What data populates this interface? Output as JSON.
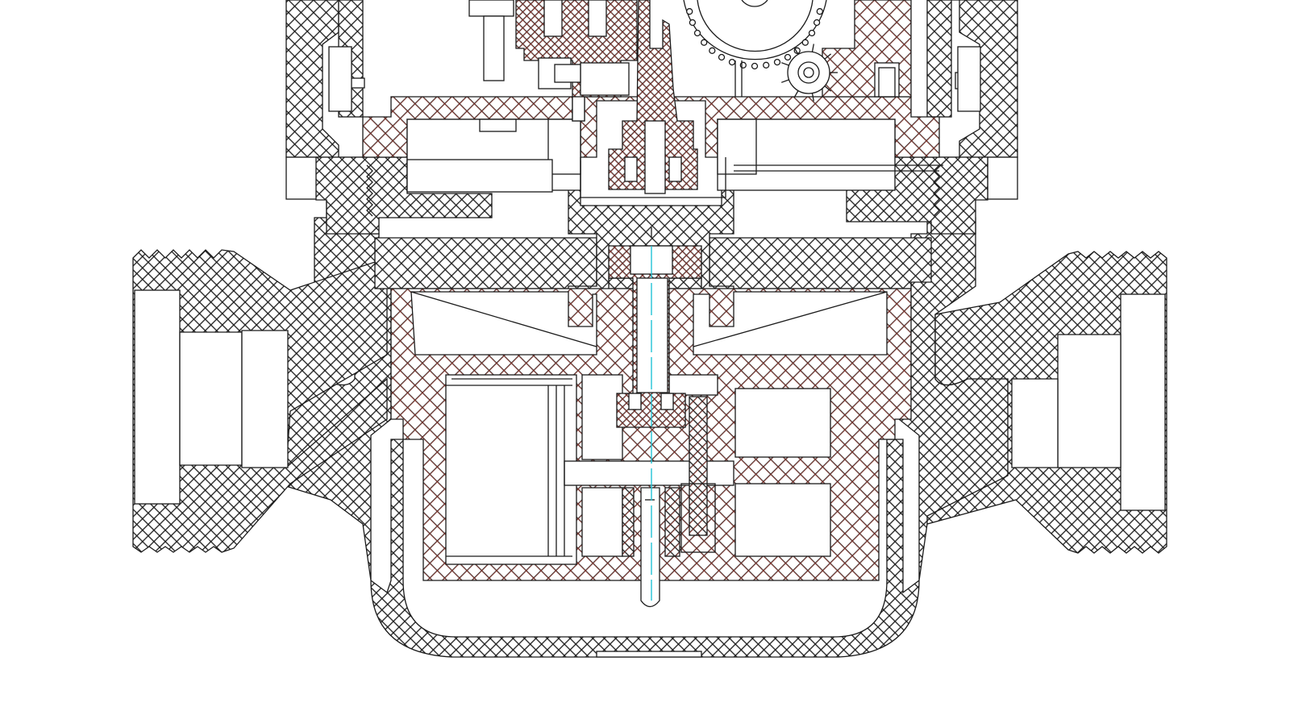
{
  "drawing": {
    "type": "mechanical cross-section",
    "line_color": "#1a1a1a",
    "accent_hatch_color": "#c0392b",
    "centerline_color": "#22c3d6",
    "hatch_styles": [
      "diagonal",
      "cross",
      "red-cross"
    ],
    "labels": []
  }
}
